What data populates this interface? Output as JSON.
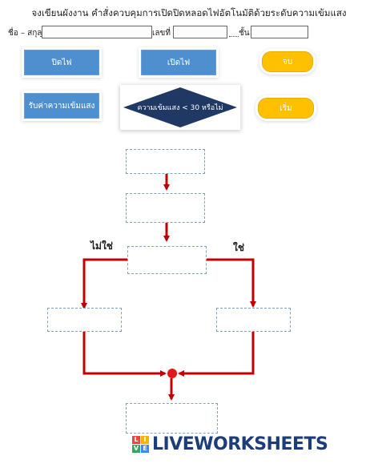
{
  "title": "จงเขียนผังงาน คำสั่งควบคุมการเปิดปิดหลอดไฟอัตโนมัติด้วยระดับความเข้มแสง",
  "form": {
    "name_label": "ชื่อ – สกุล",
    "number_label": "เลขที่",
    "class_label": "ชั้น"
  },
  "blocks": {
    "off": "ปิดไฟ",
    "on": "เปิดไฟ",
    "end": "จบ",
    "read_light": "รับค่าความเข้มแสง",
    "condition": "ความเข้มแสง <  30 หรือไม่",
    "start": "เริ่ม"
  },
  "branches": {
    "no": "ไม่ใช่",
    "yes": "ใช่"
  },
  "colors": {
    "blue_block": "#4e8fd0",
    "yellow_block": "#ffc000",
    "diamond": "#1f3864",
    "arrow": "#c00000",
    "dash_border": "#7fa3c4"
  },
  "footer": {
    "logo_text": "LIVEWORKSHEETS",
    "logo_letters": [
      "L",
      "I",
      "V",
      "E"
    ]
  }
}
